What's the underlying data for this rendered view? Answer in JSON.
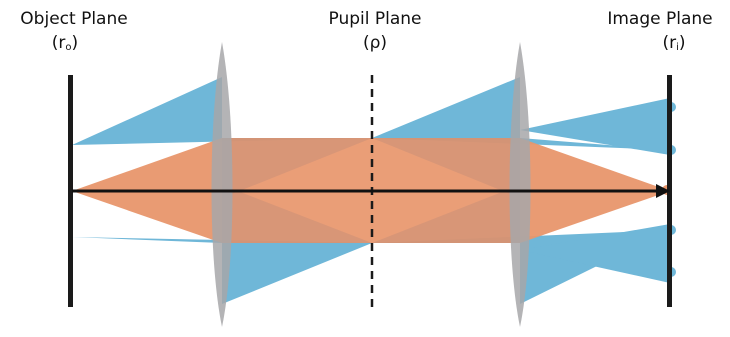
{
  "labels": {
    "object_plane": {
      "title": "Object Plane",
      "symbol_open": "(r",
      "symbol_sub": "o",
      "symbol_close": ")"
    },
    "pupil_plane": {
      "title": "Pupil Plane",
      "symbol": "(ρ)"
    },
    "image_plane": {
      "title": "Image Plane",
      "symbol_open": "(r",
      "symbol_sub": "i",
      "symbol_close": ")"
    }
  },
  "colors": {
    "blue_beam": "#6fb7d8",
    "orange_beam": "#e8966b",
    "overlap_tint": "#c98f78",
    "lens": "#a7a7a9",
    "plane": "#1a1a1a",
    "axis": "#111111"
  }
}
